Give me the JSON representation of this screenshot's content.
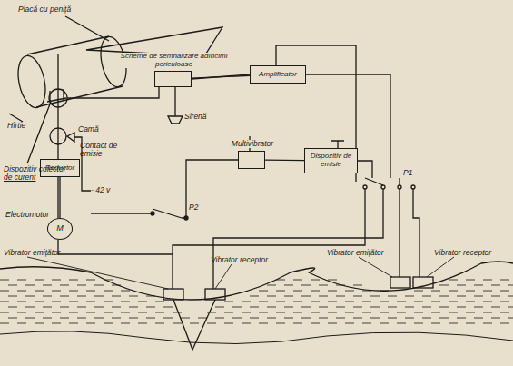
{
  "diagram": {
    "nodes": [
      {
        "text": [
          "Scheme de semnalizare adîncimi periculoase"
        ]
      },
      {
        "text": [
          "Amplificator"
        ]
      },
      {
        "text": [
          "Multivibrator"
        ]
      },
      {
        "text": [
          "Dispozitiv de emisie"
        ]
      },
      {
        "text": [
          "Reductor"
        ]
      },
      {
        "text": [
          "M"
        ]
      }
    ],
    "edges": [
      {
        "from": 0,
        "to": 1,
        "arrow": "none"
      },
      {
        "from": 2,
        "to": 3,
        "arrow": "none"
      },
      {
        "from": 4,
        "to": 5,
        "arrow": "none"
      }
    ],
    "labels": [
      "Placă cu peniță",
      "Hîrtie",
      "Dispozitiv colector de curent",
      "Camă",
      "Contact de emisie",
      "Sirenă",
      "- 42 v",
      "Electromotor",
      "P2",
      "P1",
      "Vibrator emițător",
      "Vibrator receptor",
      "Vibrator emițător",
      "Vibrator receptor"
    ]
  }
}
